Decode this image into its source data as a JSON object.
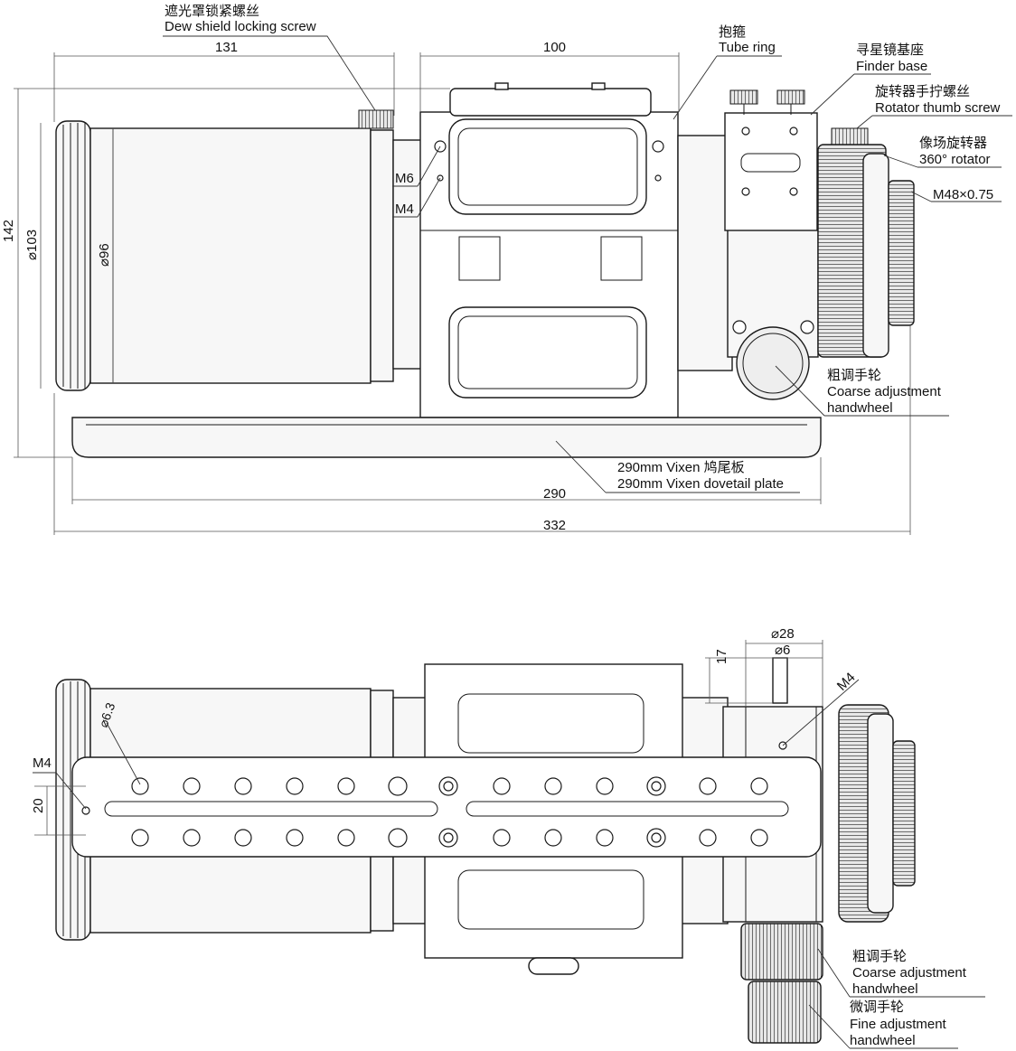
{
  "labels": {
    "dew_shield_screw_cn": "遮光罩锁紧螺丝",
    "dew_shield_screw_en": "Dew shield locking screw",
    "tube_ring_cn": "抱箍",
    "tube_ring_en": "Tube ring",
    "finder_base_cn": "寻星镜基座",
    "finder_base_en": "Finder base",
    "rotator_screw_cn": "旋转器手拧螺丝",
    "rotator_screw_en": "Rotator thumb screw",
    "rotator_cn": "像场旋转器",
    "rotator_en": "360° rotator",
    "thread": "M48×0.75",
    "m6": "M6",
    "m4": "M4",
    "coarse_cn": "粗调手轮",
    "coarse_en1": "Coarse adjustment",
    "coarse_en2": "handwheel",
    "dovetail_cn": "290mm Vixen 鸠尾板",
    "dovetail_en": "290mm Vixen dovetail plate",
    "m4_bottom_top": "M4",
    "m4_bottom_left": "M4",
    "coarse2_cn": "粗调手轮",
    "coarse2_en1": "Coarse adjustment",
    "coarse2_en2": "handwheel",
    "fine_cn": "微调手轮",
    "fine_en1": "Fine adjustment",
    "fine_en2": "handwheel"
  },
  "dimensions": {
    "d131": "131",
    "d100": "100",
    "d142": "142",
    "dia103": "⌀103",
    "dia96": "⌀96",
    "d290": "290",
    "d332": "332",
    "dia28": "⌀28",
    "dia6": "⌀6",
    "d17": "17",
    "dia63": "⌀6.3",
    "d20": "20"
  }
}
